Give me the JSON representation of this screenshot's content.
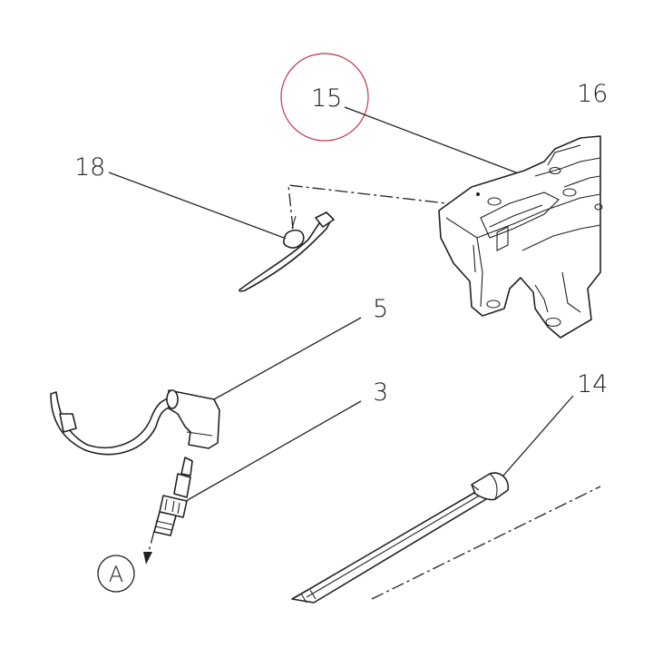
{
  "callouts": {
    "c15": "15",
    "c16": "16",
    "c18": "18",
    "c5": "5",
    "c3": "3",
    "c14": "14",
    "cA": "A"
  },
  "colors": {
    "highlight_circle": "#c0354a",
    "line": "#222222",
    "background": "#ffffff"
  }
}
